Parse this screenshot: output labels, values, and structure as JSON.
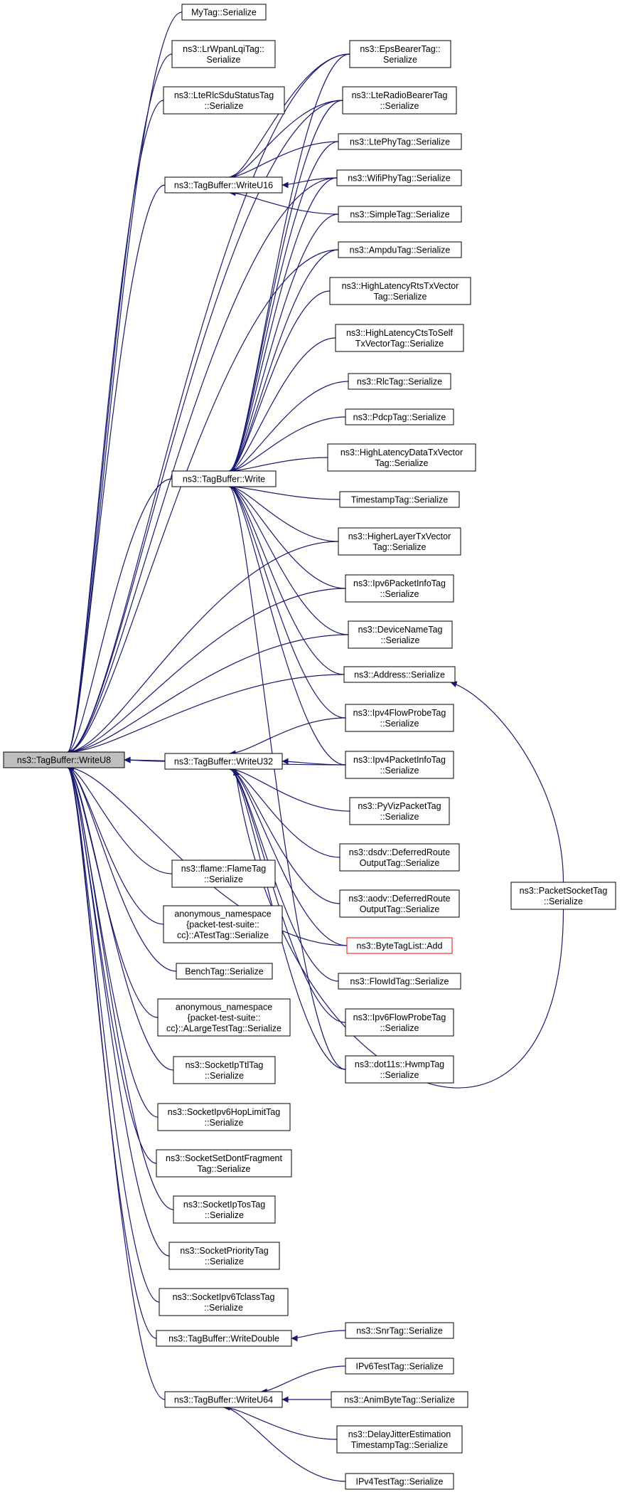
{
  "nodes": {
    "write_u8": {
      "lines": [
        "ns3::TagBuffer::WriteU8"
      ]
    },
    "mytag": {
      "lines": [
        "MyTag::Serialize"
      ]
    },
    "lrwpan": {
      "lines": [
        "ns3::LrWpanLqiTag::",
        "Serialize"
      ]
    },
    "lterlcsdu": {
      "lines": [
        "ns3::LteRlcSduStatusTag",
        "::Serialize"
      ]
    },
    "write_u16": {
      "lines": [
        "ns3::TagBuffer::WriteU16"
      ]
    },
    "write": {
      "lines": [
        "ns3::TagBuffer::Write"
      ]
    },
    "write_u32": {
      "lines": [
        "ns3::TagBuffer::WriteU32"
      ]
    },
    "flame": {
      "lines": [
        "ns3::flame::FlameTag",
        "::Serialize"
      ]
    },
    "atest": {
      "lines": [
        "anonymous_namespace",
        "{packet-test-suite::",
        "cc}::ATestTag::Serialize"
      ]
    },
    "bench": {
      "lines": [
        "BenchTag::Serialize"
      ]
    },
    "alarge": {
      "lines": [
        "anonymous_namespace",
        "{packet-test-suite::",
        "cc}::ALargeTestTag::Serialize"
      ]
    },
    "ipttl": {
      "lines": [
        "ns3::SocketIpTtlTag",
        "::Serialize"
      ]
    },
    "ipv6hop": {
      "lines": [
        "ns3::SocketIpv6HopLimitTag",
        "::Serialize"
      ]
    },
    "dontfrag": {
      "lines": [
        "ns3::SocketSetDontFragment",
        "Tag::Serialize"
      ]
    },
    "iptos": {
      "lines": [
        "ns3::SocketIpTosTag",
        "::Serialize"
      ]
    },
    "priority": {
      "lines": [
        "ns3::SocketPriorityTag",
        "::Serialize"
      ]
    },
    "ipv6tclass": {
      "lines": [
        "ns3::SocketIpv6TclassTag",
        "::Serialize"
      ]
    },
    "write_double": {
      "lines": [
        "ns3::TagBuffer::WriteDouble"
      ]
    },
    "write_u64": {
      "lines": [
        "ns3::TagBuffer::WriteU64"
      ]
    },
    "epsbearer": {
      "lines": [
        "ns3::EpsBearerTag::",
        "Serialize"
      ]
    },
    "lteradio": {
      "lines": [
        "ns3::LteRadioBearerTag",
        "::Serialize"
      ]
    },
    "ltephy": {
      "lines": [
        "ns3::LtePhyTag::Serialize"
      ]
    },
    "wifiphy": {
      "lines": [
        "ns3::WifiPhyTag::Serialize"
      ]
    },
    "simple": {
      "lines": [
        "ns3::SimpleTag::Serialize"
      ]
    },
    "ampdu": {
      "lines": [
        "ns3::AmpduTag::Serialize"
      ]
    },
    "hlrts": {
      "lines": [
        "ns3::HighLatencyRtsTxVector",
        "Tag::Serialize"
      ]
    },
    "hlcts": {
      "lines": [
        "ns3::HighLatencyCtsToSelf",
        "TxVectorTag::Serialize"
      ]
    },
    "rlc": {
      "lines": [
        "ns3::RlcTag::Serialize"
      ]
    },
    "pdcp": {
      "lines": [
        "ns3::PdcpTag::Serialize"
      ]
    },
    "hldata": {
      "lines": [
        "ns3::HighLatencyDataTxVector",
        "Tag::Serialize"
      ]
    },
    "timestamp": {
      "lines": [
        "TimestampTag::Serialize"
      ]
    },
    "higherlayer": {
      "lines": [
        "ns3::HigherLayerTxVector",
        "Tag::Serialize"
      ]
    },
    "ipv6pktinfo": {
      "lines": [
        "ns3::Ipv6PacketInfoTag",
        "::Serialize"
      ]
    },
    "devname": {
      "lines": [
        "ns3::DeviceNameTag",
        "::Serialize"
      ]
    },
    "address": {
      "lines": [
        "ns3::Address::Serialize"
      ]
    },
    "ipv4flow": {
      "lines": [
        "ns3::Ipv4FlowProbeTag",
        "::Serialize"
      ]
    },
    "ipv4pktinfo": {
      "lines": [
        "ns3::Ipv4PacketInfoTag",
        "::Serialize"
      ]
    },
    "pyviz": {
      "lines": [
        "ns3::PyVizPacketTag",
        "::Serialize"
      ]
    },
    "dsdv": {
      "lines": [
        "ns3::dsdv::DeferredRoute",
        "OutputTag::Serialize"
      ]
    },
    "aodv": {
      "lines": [
        "ns3::aodv::DeferredRoute",
        "OutputTag::Serialize"
      ]
    },
    "bytetaglist": {
      "lines": [
        "ns3::ByteTagList::Add"
      ]
    },
    "flowid": {
      "lines": [
        "ns3::FlowIdTag::Serialize"
      ]
    },
    "ipv6flow": {
      "lines": [
        "ns3::Ipv6FlowProbeTag",
        "::Serialize"
      ]
    },
    "hwmp": {
      "lines": [
        "ns3::dot11s::HwmpTag",
        "::Serialize"
      ]
    },
    "pktsocket": {
      "lines": [
        "ns3::PacketSocketTag",
        "::Serialize"
      ]
    },
    "snr": {
      "lines": [
        "ns3::SnrTag::Serialize"
      ]
    },
    "ipv6test": {
      "lines": [
        "IPv6TestTag::Serialize"
      ]
    },
    "animbyte": {
      "lines": [
        "ns3::AnimByteTag::Serialize"
      ]
    },
    "delayjitter": {
      "lines": [
        "ns3::DelayJitterEstimation",
        "TimestampTag::Serialize"
      ]
    },
    "ipv4test": {
      "lines": [
        "IPv4TestTag::Serialize"
      ]
    }
  },
  "edges": [
    [
      "mytag",
      "write_u8"
    ],
    [
      "lrwpan",
      "write_u8"
    ],
    [
      "lterlcsdu",
      "write_u8"
    ],
    [
      "write_u16",
      "write_u8"
    ],
    [
      "write",
      "write_u8"
    ],
    [
      "write_u32",
      "write_u8"
    ],
    [
      "flame",
      "write_u8"
    ],
    [
      "atest",
      "write_u8"
    ],
    [
      "bench",
      "write_u8"
    ],
    [
      "alarge",
      "write_u8"
    ],
    [
      "ipttl",
      "write_u8"
    ],
    [
      "ipv6hop",
      "write_u8"
    ],
    [
      "dontfrag",
      "write_u8"
    ],
    [
      "iptos",
      "write_u8"
    ],
    [
      "priority",
      "write_u8"
    ],
    [
      "ipv6tclass",
      "write_u8"
    ],
    [
      "write_double",
      "write_u8"
    ],
    [
      "write_u64",
      "write_u8"
    ],
    [
      "epsbearer",
      "write_u8"
    ],
    [
      "lteradio",
      "write_u8"
    ],
    [
      "wifiphy",
      "write_u8"
    ],
    [
      "ampdu",
      "write_u8"
    ],
    [
      "higherlayer",
      "write_u8"
    ],
    [
      "ipv6pktinfo",
      "write_u8"
    ],
    [
      "devname",
      "write_u8"
    ],
    [
      "address",
      "write_u8"
    ],
    [
      "ipv4pktinfo",
      "write_u8"
    ],
    [
      "bytetaglist",
      "write_u8"
    ],
    [
      "epsbearer",
      "write_u16"
    ],
    [
      "lteradio",
      "write_u16"
    ],
    [
      "ltephy",
      "write_u16"
    ],
    [
      "wifiphy",
      "write_u16"
    ],
    [
      "simple",
      "write_u16"
    ],
    [
      "epsbearer",
      "write"
    ],
    [
      "lteradio",
      "write"
    ],
    [
      "ltephy",
      "write"
    ],
    [
      "wifiphy",
      "write"
    ],
    [
      "simple",
      "write"
    ],
    [
      "ampdu",
      "write"
    ],
    [
      "hlrts",
      "write"
    ],
    [
      "hlcts",
      "write"
    ],
    [
      "rlc",
      "write"
    ],
    [
      "pdcp",
      "write"
    ],
    [
      "hldata",
      "write"
    ],
    [
      "timestamp",
      "write"
    ],
    [
      "higherlayer",
      "write"
    ],
    [
      "ipv6pktinfo",
      "write"
    ],
    [
      "devname",
      "write"
    ],
    [
      "address",
      "write"
    ],
    [
      "ipv4flow",
      "write"
    ],
    [
      "ipv4pktinfo",
      "write"
    ],
    [
      "hwmp",
      "write"
    ],
    [
      "ipv4flow",
      "write_u32"
    ],
    [
      "ipv4pktinfo",
      "write_u32"
    ],
    [
      "pyviz",
      "write_u32"
    ],
    [
      "dsdv",
      "write_u32"
    ],
    [
      "aodv",
      "write_u32"
    ],
    [
      "bytetaglist",
      "write_u32"
    ],
    [
      "flowid",
      "write_u32"
    ],
    [
      "ipv6flow",
      "write_u32"
    ],
    [
      "hwmp",
      "write_u32"
    ],
    [
      "pktsocket",
      "write_u32"
    ],
    [
      "pktsocket",
      "address"
    ],
    [
      "snr",
      "write_double"
    ],
    [
      "ipv6test",
      "write_u64"
    ],
    [
      "animbyte",
      "write_u64"
    ],
    [
      "delayjitter",
      "write_u64"
    ],
    [
      "ipv4test",
      "write_u64"
    ]
  ],
  "colors": {
    "edge": "#191970",
    "root_fill": "#bfbfbf",
    "highlight_border": "#ff0000"
  }
}
